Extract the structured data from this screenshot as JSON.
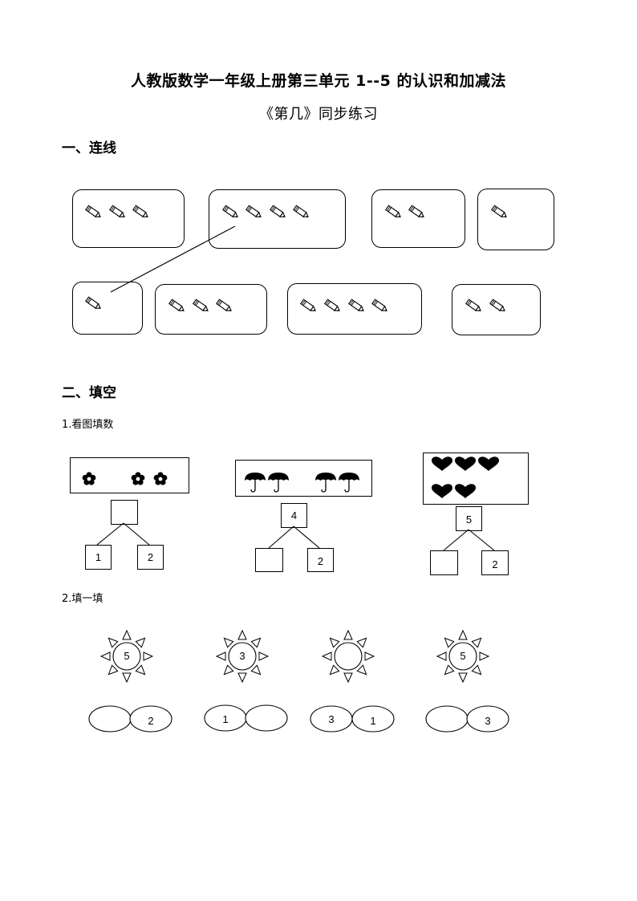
{
  "title": "人教版数学一年级上册第三单元 1--5 的认识和加减法",
  "subtitle": "《第几》同步练习",
  "section1": {
    "heading": "一、连线"
  },
  "section2": {
    "heading": "二、填空",
    "q1": {
      "label": "1.看图填数",
      "groups": [
        {
          "picture": "flowers",
          "counts": [
            1,
            2
          ],
          "top": "",
          "left": "1",
          "right": "2"
        },
        {
          "picture": "umbrellas",
          "counts": [
            2,
            2
          ],
          "top": "4",
          "left": "",
          "right": "2"
        },
        {
          "picture": "hearts",
          "counts": [
            3,
            2
          ],
          "top": "5",
          "left": "",
          "right": "2"
        }
      ]
    },
    "q2": {
      "label": "2.填一填",
      "suns": [
        {
          "center": "5",
          "left": "",
          "right": "2"
        },
        {
          "center": "3",
          "left": "1",
          "right": ""
        },
        {
          "center": "",
          "left": "3",
          "right": "1"
        },
        {
          "center": "5",
          "left": "",
          "right": "3"
        }
      ]
    }
  },
  "matching": {
    "row1_pencil_counts": [
      3,
      4,
      2,
      1
    ],
    "row2_pencil_counts": [
      1,
      3,
      4,
      2
    ]
  },
  "icons": {
    "pencil": "pencil-icon",
    "flower": "flower-icon",
    "umbrella": "umbrella-icon",
    "heart": "heart-icon",
    "sun": "sun-icon"
  }
}
